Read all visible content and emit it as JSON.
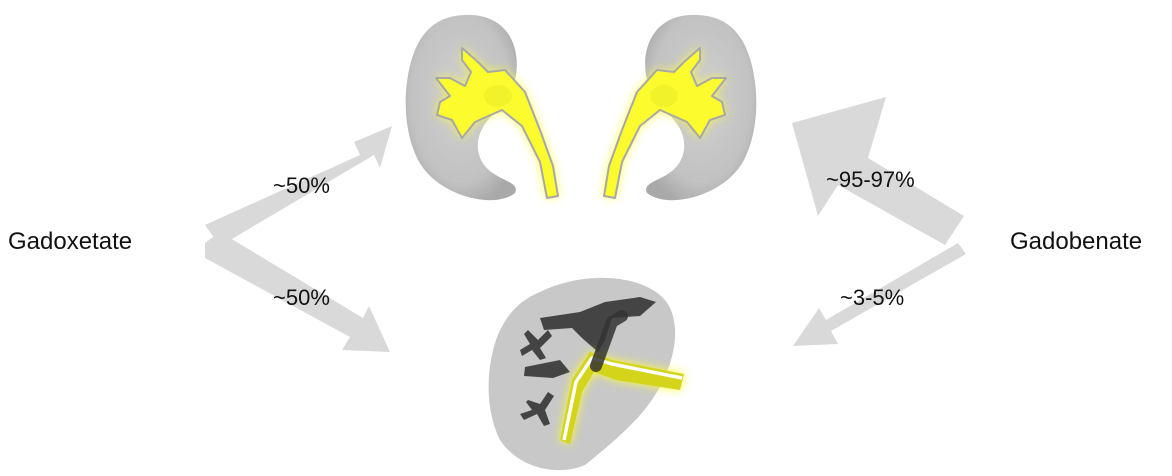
{
  "agents": {
    "left": "Gadoxetate",
    "right": "Gadobenate"
  },
  "excretion": {
    "left_to_kidneys": "~50%",
    "left_to_liver": "~50%",
    "right_to_kidneys": "~95-97%",
    "right_to_liver": "~3-5%"
  },
  "colors": {
    "arrow": "#d9d9d9",
    "organ": "#c4c4c4",
    "contrast_glow": "#ffff33",
    "duct_outline": "#a0a0a0",
    "vessel": "#444444"
  },
  "icons": [
    "kidney-left-icon",
    "kidney-right-icon",
    "liver-icon"
  ]
}
